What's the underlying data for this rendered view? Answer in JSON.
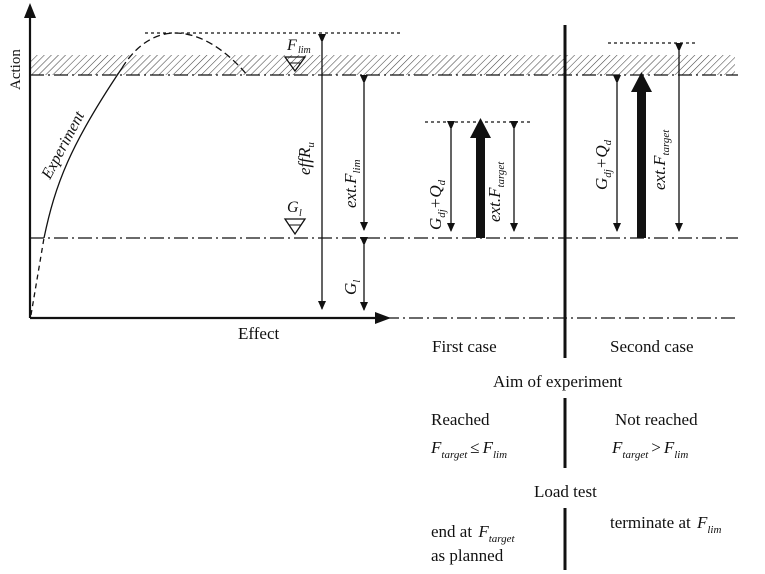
{
  "axes": {
    "y_label": "Action",
    "x_label": "Effect"
  },
  "curve": {
    "label": "Experiment"
  },
  "symbols": {
    "F": "F",
    "lim": "lim",
    "G": "G",
    "l": "l"
  },
  "arrows": {
    "eff_R": "effR",
    "u": "u",
    "ext_F": "ext.F",
    "lim": "lim",
    "G": "G",
    "l": "l",
    "G_dj_Q": "G",
    "dj": "dj",
    "plus_Q": "+Q",
    "d": "d",
    "target": "target"
  },
  "cases": {
    "first": "First case",
    "second": "Second case"
  },
  "table": {
    "aim_heading": "Aim of experiment",
    "first_aim": "Reached",
    "first_cond_F": "F",
    "first_cond_sub1": "target",
    "first_cond_op": "≤",
    "first_cond_F2": "F",
    "first_cond_sub2": "lim",
    "second_aim": "Not reached",
    "second_cond_F": "F",
    "second_cond_sub1": "target",
    "second_cond_op": ">",
    "second_cond_F2": "F",
    "second_cond_sub2": "lim",
    "load_heading": "Load test",
    "first_action_line1": "end at ",
    "first_action_F": "F",
    "first_action_sub": "target",
    "first_action_line2": "as planned",
    "second_action": "terminate at ",
    "second_action_F": "F",
    "second_action_sub": "lim"
  }
}
